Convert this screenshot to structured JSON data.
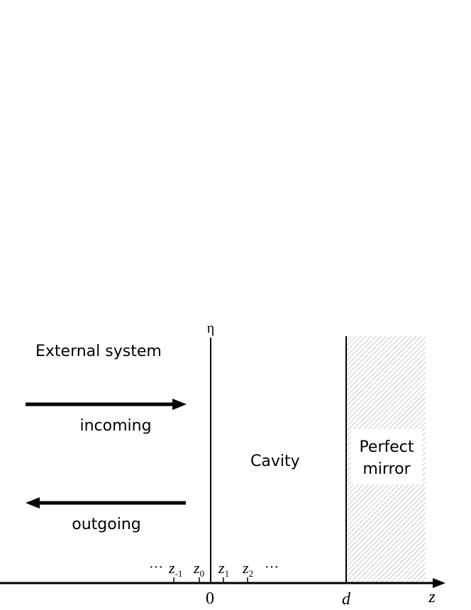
{
  "labels": {
    "axis_vertical": "η",
    "axis_horizontal": "z",
    "external_system": "External system",
    "incoming": "incoming",
    "outgoing": "outgoing",
    "cavity": "Cavity",
    "mirror_line1": "Perfect",
    "mirror_line2": "mirror",
    "origin": "0",
    "d": "d",
    "ellipsis": "···"
  },
  "grid_points": [
    {
      "base": "z",
      "sub": "-1"
    },
    {
      "base": "z",
      "sub": "0"
    },
    {
      "base": "z",
      "sub": "1"
    },
    {
      "base": "z",
      "sub": "2"
    }
  ]
}
